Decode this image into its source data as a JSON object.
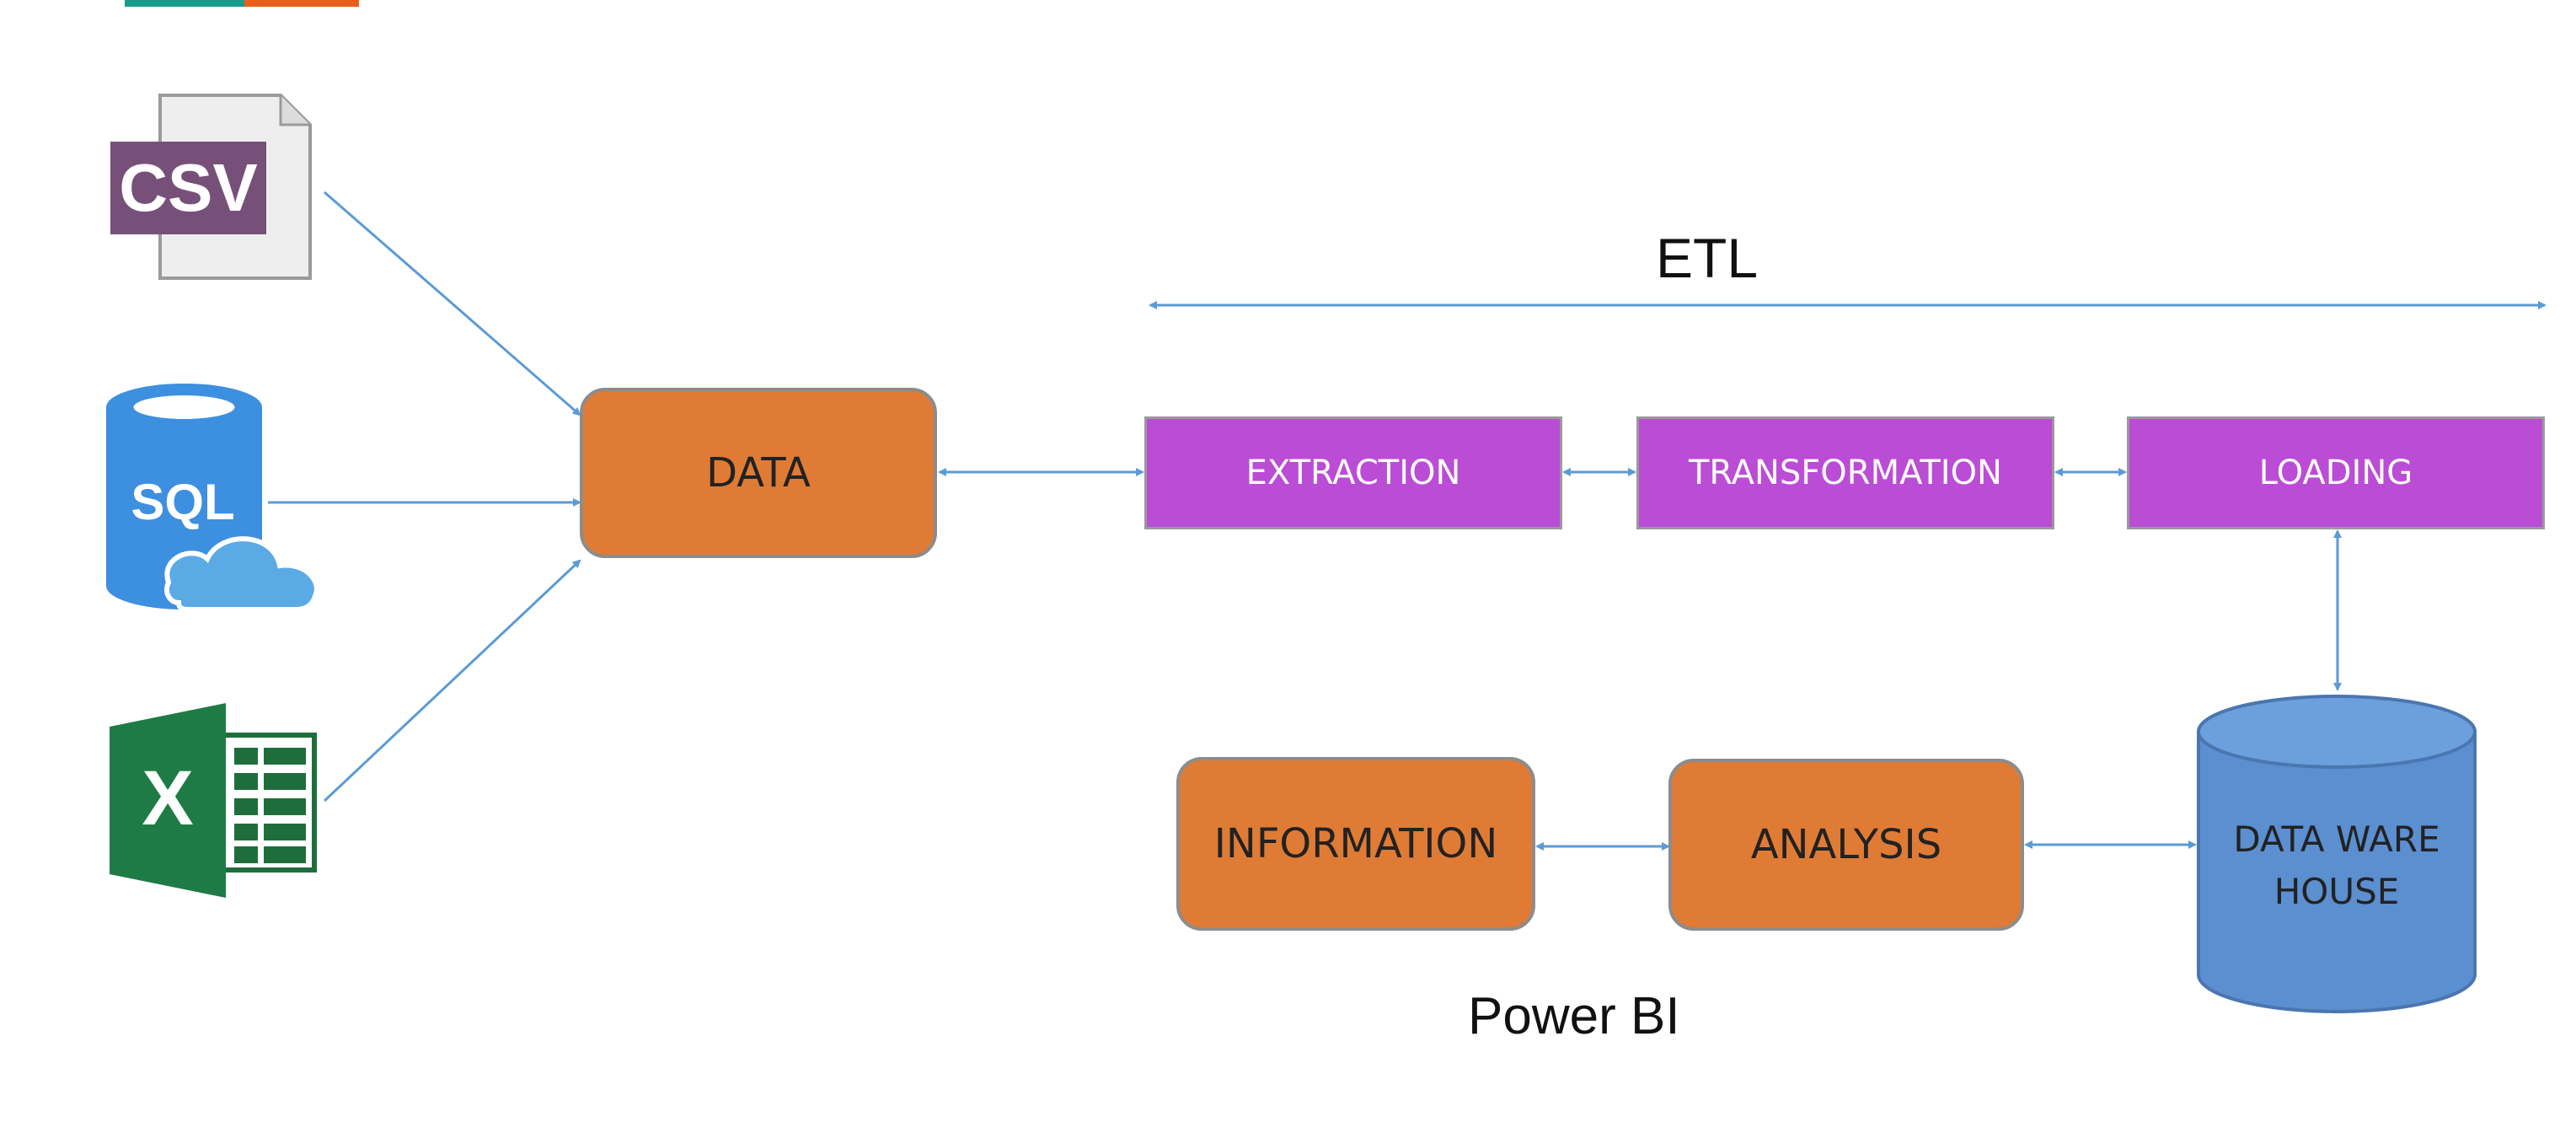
{
  "diagram": {
    "etl_label": "ETL",
    "data_label": "DATA",
    "extraction_label": "EXTRACTION",
    "transformation_label": "TRANSFORMATION",
    "loading_label": "LOADING",
    "warehouse_label_line1": "DATA WARE",
    "warehouse_label_line2": "HOUSE",
    "analysis_label": "ANALYSIS",
    "information_label": "INFORMATION",
    "powerbi_label": "Power BI"
  },
  "icons": {
    "csv": {
      "name": "csv-file-icon",
      "text": "CSV"
    },
    "sql": {
      "name": "sql-database-cloud-icon",
      "text": "SQL"
    },
    "excel": {
      "name": "excel-icon",
      "text": "X"
    }
  },
  "colors": {
    "orange": "#E07B35",
    "purple": "#BB4CD6",
    "arrow": "#5B9BD5",
    "warehouse": "#5B8FD0",
    "brand_teal": "#1A9C8A",
    "brand_orange": "#E8601C"
  }
}
